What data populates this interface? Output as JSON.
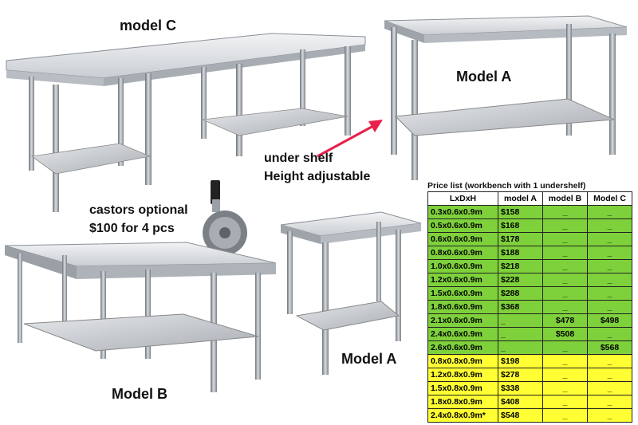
{
  "labels": {
    "model_c": "model C",
    "model_a_top": "Model A",
    "model_a_mid": "Model A",
    "model_b": "Model B",
    "under_shelf_1": "under shelf",
    "under_shelf_2": "Height adjustable",
    "castors_1": "castors optional",
    "castors_2": "$100 for 4 pcs"
  },
  "price_list": {
    "title": "Price list (workbench with 1 undershelf)",
    "headers": [
      "LxDxH",
      "model A",
      "model B",
      "Model C"
    ],
    "rows": [
      {
        "size": "0.3x0.6x0.9m",
        "a": "$158",
        "b": "_",
        "c": "_",
        "color": "green"
      },
      {
        "size": "0.5x0.6x0.9m",
        "a": "$168",
        "b": "_",
        "c": "_",
        "color": "green"
      },
      {
        "size": "0.6x0.6x0.9m",
        "a": "$178",
        "b": "_",
        "c": "_",
        "color": "green"
      },
      {
        "size": "0.8x0.6x0.9m",
        "a": "$188",
        "b": "_",
        "c": "_",
        "color": "green"
      },
      {
        "size": "1.0x0.6x0.9m",
        "a": "$218",
        "b": "_",
        "c": "_",
        "color": "green"
      },
      {
        "size": "1.2x0.6x0.9m",
        "a": "$228",
        "b": "_",
        "c": "_",
        "color": "green"
      },
      {
        "size": "1.5x0.6x0.9m",
        "a": "$288",
        "b": "_",
        "c": "_",
        "color": "green"
      },
      {
        "size": "1.8x0.6x0.9m",
        "a": "$368",
        "b": "_",
        "c": "_",
        "color": "green"
      },
      {
        "size": "2.1x0.6x0.9m",
        "a": "_",
        "b": "$478",
        "c": "$498",
        "color": "green"
      },
      {
        "size": "2.4x0.6x0.9m",
        "a": "_",
        "b": "$508",
        "c": "_",
        "color": "green"
      },
      {
        "size": "2.6x0.6x0.9m",
        "a": "_",
        "b": "_",
        "c": "$568",
        "color": "green"
      },
      {
        "size": "0.8x0.8x0.9m",
        "a": "$198",
        "b": "_",
        "c": "_",
        "color": "yellow"
      },
      {
        "size": "1.2x0.8x0.9m",
        "a": "$278",
        "b": "_",
        "c": "_",
        "color": "yellow"
      },
      {
        "size": "1.5x0.8x0.9m",
        "a": "$338",
        "b": "_",
        "c": "_",
        "color": "yellow"
      },
      {
        "size": "1.8x0.8x0.9m",
        "a": "$408",
        "b": "_",
        "c": "_",
        "color": "yellow"
      },
      {
        "size": "2.4x0.8x0.9m*",
        "a": "$548",
        "b": "_",
        "c": "_",
        "color": "yellow"
      }
    ]
  },
  "colors": {
    "green_row": "#7fd13b",
    "yellow_row": "#ffff33",
    "arrow": "#e8204a"
  }
}
